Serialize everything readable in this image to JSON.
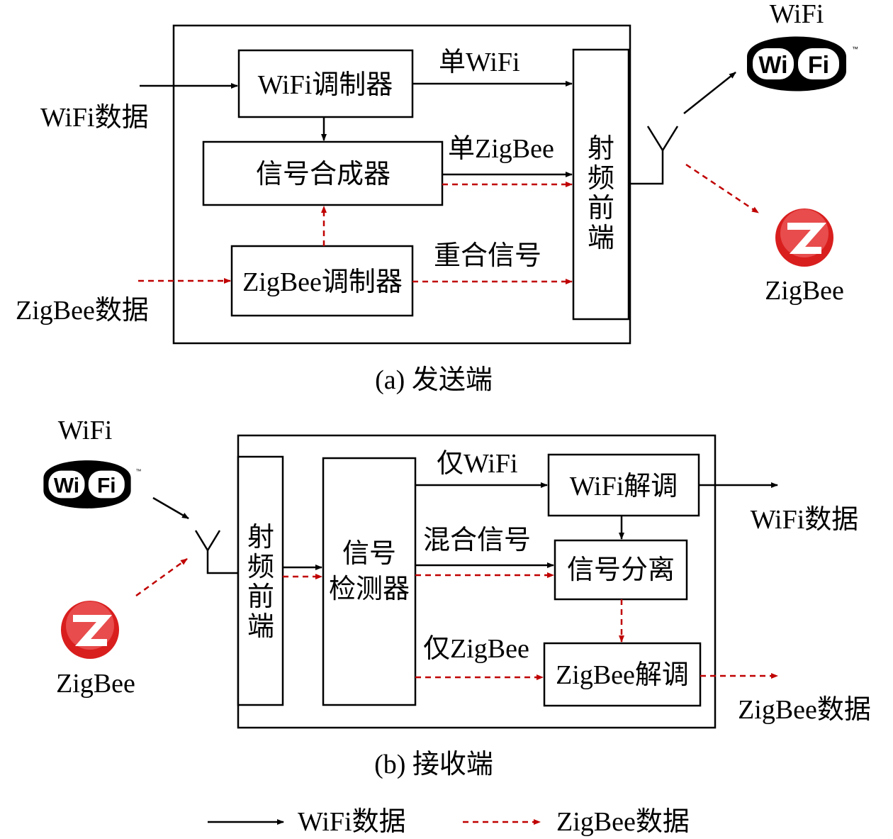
{
  "colors": {
    "wifi_line": "#000000",
    "zigbee_line": "#c00000",
    "zigbee_logo": "#d91e1e"
  },
  "transmitter": {
    "caption": "(a)  发送端",
    "wifi_input": "WiFi数据",
    "zigbee_input": "ZigBee数据",
    "wifi_modulator": "WiFi调制器",
    "signal_combiner": "信号合成器",
    "zigbee_modulator": "ZigBee调制器",
    "rf_frontend_chars": [
      "射",
      "频",
      "前",
      "端"
    ],
    "label_single_wifi": "单WiFi",
    "label_single_zigbee": "单ZigBee",
    "label_overlap": "重合信号",
    "wifi_logo_caption": "WiFi",
    "wifi_logo_text": "Wi Fi",
    "zigbee_logo_caption": "ZigBee"
  },
  "receiver": {
    "caption": "(b)  接收端",
    "rf_frontend_chars": [
      "射",
      "频",
      "前",
      "端"
    ],
    "detector_line1": "信号",
    "detector_line2": "检测器",
    "wifi_demod": "WiFi解调",
    "signal_separation": "信号分离",
    "zigbee_demod": "ZigBee解调",
    "label_only_wifi": "仅WiFi",
    "label_mixed": "混合信号",
    "label_only_zigbee": "仅ZigBee",
    "wifi_output": "WiFi数据",
    "zigbee_output": "ZigBee数据",
    "wifi_logo_caption": "WiFi",
    "wifi_logo_text": "Wi Fi",
    "zigbee_logo_caption": "ZigBee"
  },
  "legend": {
    "wifi": "WiFi数据",
    "zigbee": "ZigBee数据"
  }
}
